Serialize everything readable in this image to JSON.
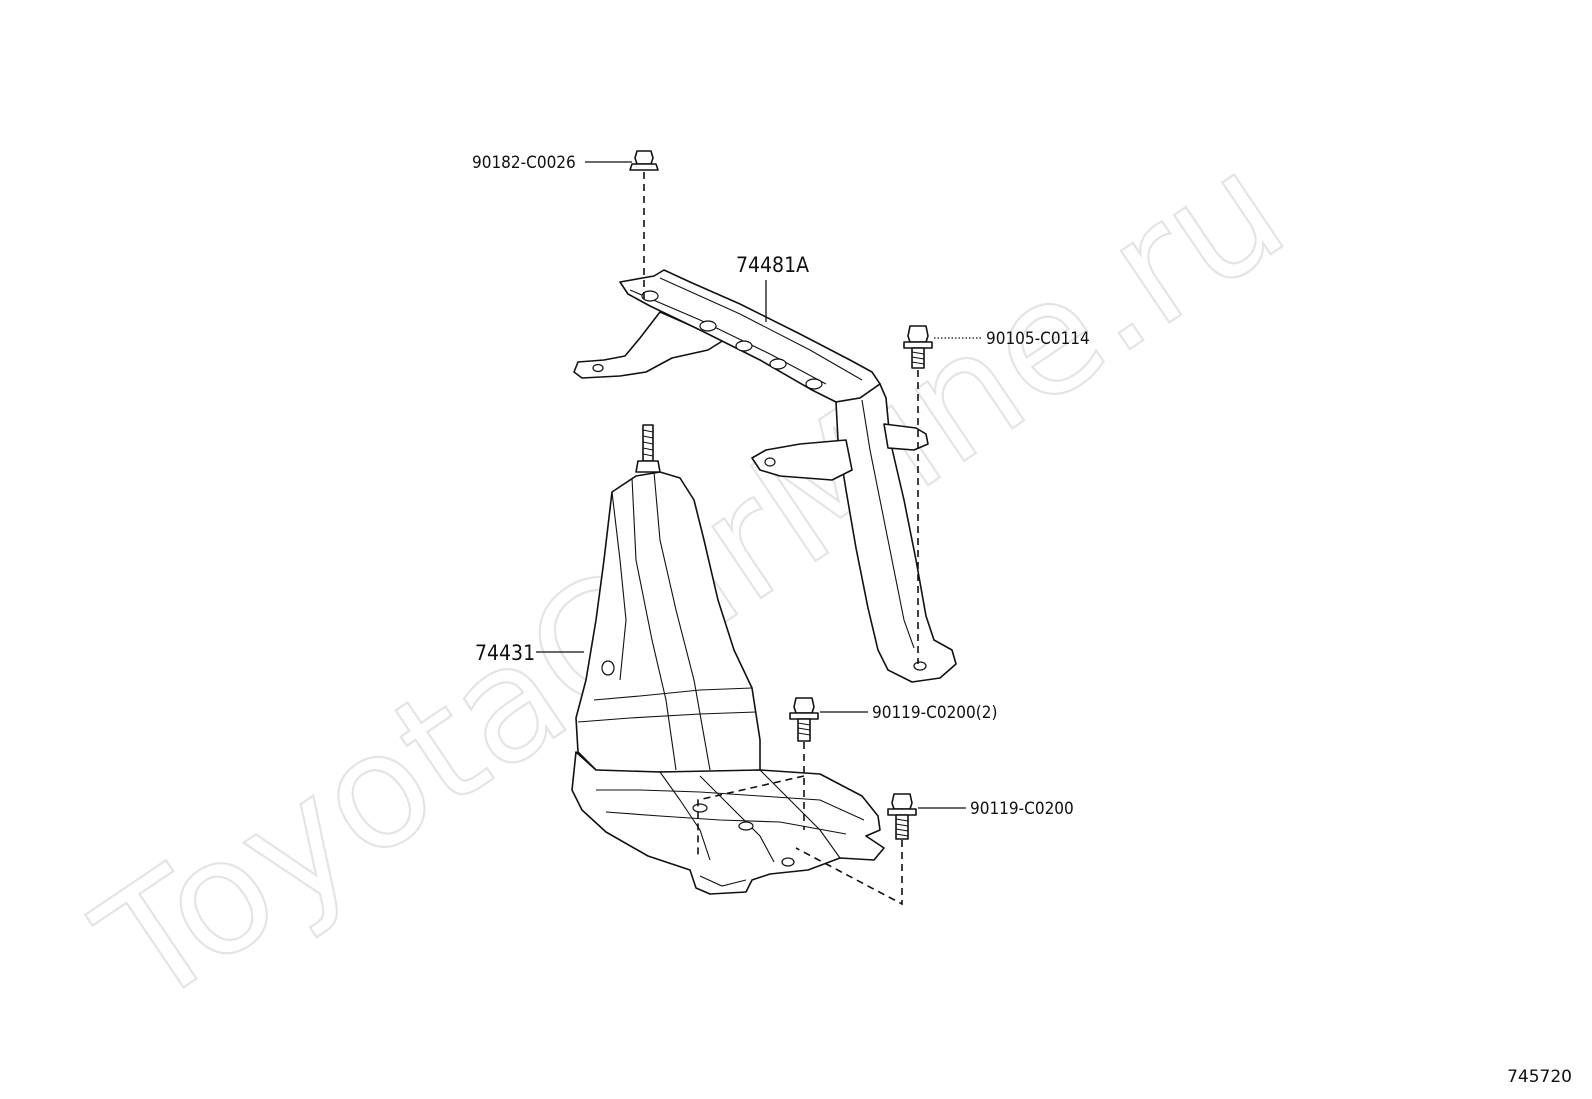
{
  "watermark": "ToyotaCarMine.ru",
  "diagram_id": "745720",
  "callouts": [
    {
      "id": "nut-top",
      "text": "90182-C0026"
    },
    {
      "id": "bracket",
      "text": "74481A"
    },
    {
      "id": "bolt-right-top",
      "text": "90105-C0114"
    },
    {
      "id": "tray",
      "text": "74431"
    },
    {
      "id": "bolt-mid",
      "text": "90119-C0200(2)"
    },
    {
      "id": "bolt-low",
      "text": "90119-C0200"
    }
  ],
  "colors": {
    "line": "#111111",
    "watermark": "#e4e4e4",
    "background": "#ffffff"
  }
}
